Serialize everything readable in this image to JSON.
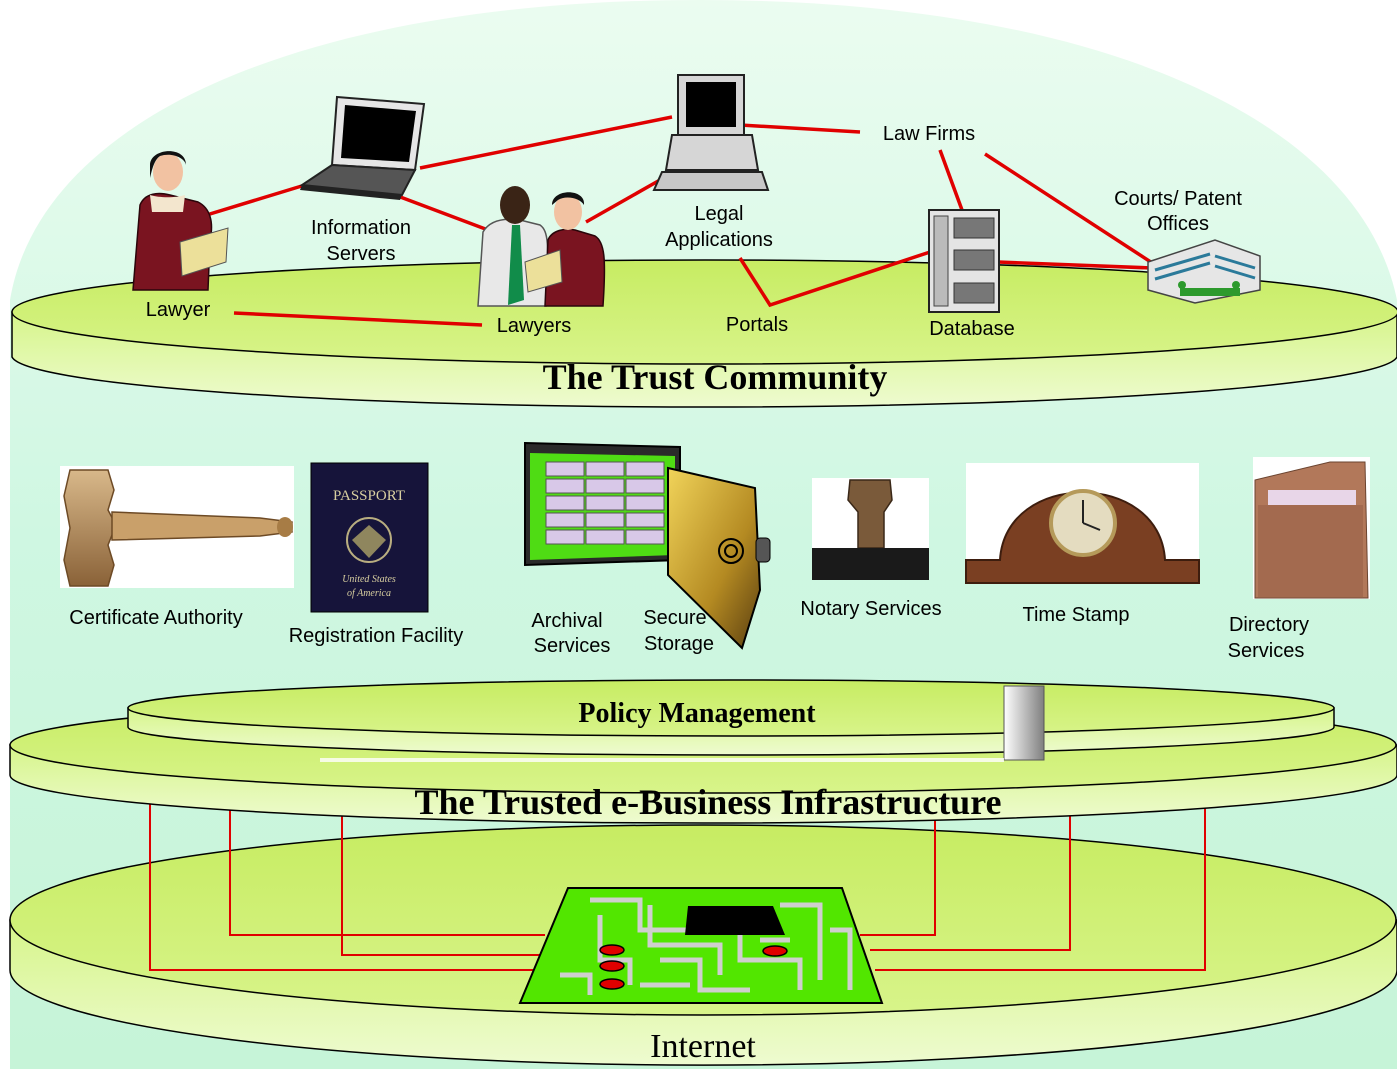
{
  "community": {
    "title": "The Trust Community",
    "nodes": {
      "lawyer": "Lawyer",
      "info_servers": [
        "Information",
        "Servers"
      ],
      "lawyers": "Lawyers",
      "legal_apps": [
        "Legal",
        "Applications"
      ],
      "portals": "Portals",
      "law_firms": "Law Firms",
      "database": "Database",
      "courts": [
        "Courts/ Patent",
        "Offices"
      ]
    }
  },
  "services": {
    "certificate_authority": "Certificate Authority",
    "registration_facility": "Registration Facility",
    "archival": [
      "Archival",
      "Services"
    ],
    "secure_storage": [
      "Secure",
      "Storage"
    ],
    "notary": "Notary Services",
    "time_stamp": "Time Stamp",
    "directory": [
      "Directory",
      "Services"
    ],
    "passport_text": [
      "PASSPORT",
      "United States",
      "of America"
    ]
  },
  "policy": {
    "title": "Policy Management"
  },
  "infrastructure": {
    "title": "The Trusted e-Business Infrastructure"
  },
  "internet": {
    "title": "Internet"
  },
  "colors": {
    "platter_top": "#cdf06e",
    "platter_side": "#e2f7a8",
    "dome": "#ccf7e0",
    "link": "#e00000"
  }
}
